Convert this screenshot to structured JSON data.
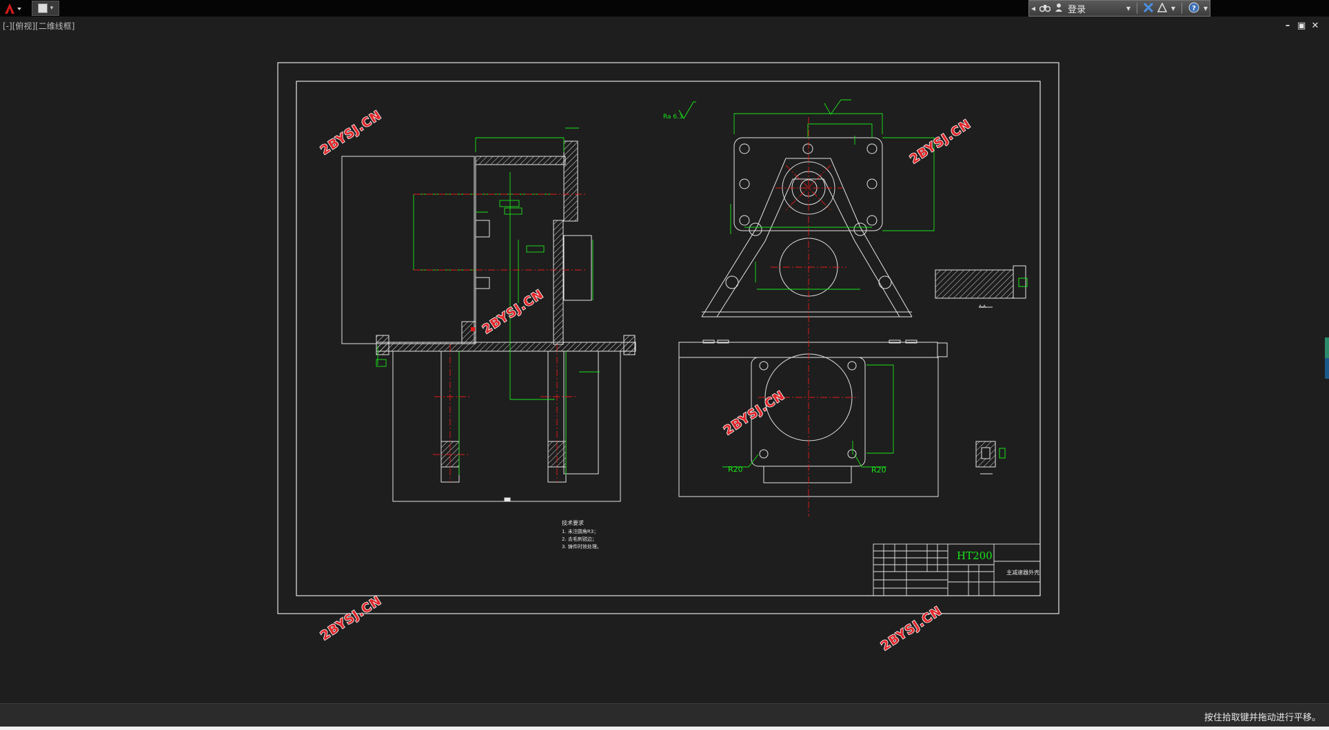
{
  "app": {
    "viewport_label": "[-][俯视][二维线框]",
    "status_message": "按住拾取键并拖动进行平移。"
  },
  "infocenter": {
    "login_label": "登录"
  },
  "icons": [
    "app-logo-icon",
    "quick-access-icon",
    "binoculars-icon",
    "user-icon",
    "exchange-icon",
    "a360-icon",
    "help-icon",
    "minimize-icon",
    "restore-icon",
    "close-icon"
  ],
  "drawing": {
    "watermark": "2BYSJ.CN",
    "material": "HT200",
    "part_name": "主减速器外壳",
    "section_label_a": "A-A",
    "roughness": "Ra 6.3",
    "dims": {
      "r_left": "R20",
      "r_right": "R20"
    },
    "tech_notes": {
      "title": "技术要求",
      "lines": [
        "1. 未注圆角R3；",
        "2. 去毛刺锐边；",
        "3. 铸件时效处理。"
      ]
    }
  },
  "colors": {
    "canvas": "#1e1e1e",
    "lines": "#e6e6e6",
    "dimensions": "#19e619",
    "centerline": "#e61919",
    "watermark": "#e0262a"
  }
}
